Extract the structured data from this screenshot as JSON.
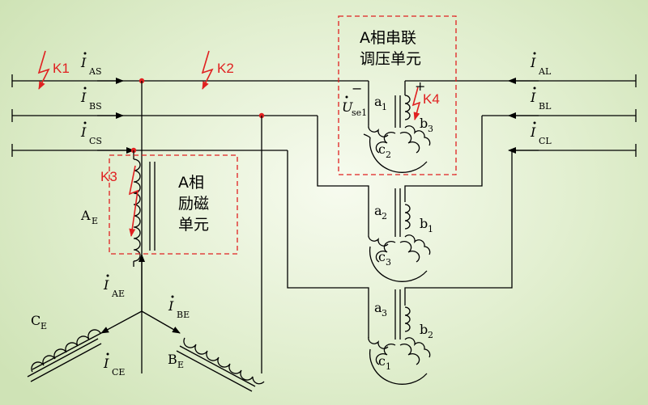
{
  "currents": {
    "ias": "AS",
    "ibs": "BS",
    "ics": "CS",
    "ial": "AL",
    "ibl": "BL",
    "icl": "CL",
    "iae": "AE",
    "ibe": "BE",
    "ice": "CE",
    "main": "I"
  },
  "faults": {
    "k1": "K1",
    "k2": "K2",
    "k3": "K3",
    "k4": "K4"
  },
  "units": {
    "series_line1": "A相串联",
    "series_line2": "调压单元",
    "exc_line1": "A相",
    "exc_line2": "励磁",
    "exc_line3": "单元"
  },
  "windings": {
    "ae_main": "A",
    "ae_sub": "E",
    "ce_main": "C",
    "ce_sub": "E",
    "be_main": "B",
    "be_sub": "E",
    "a1": "a",
    "a1s": "1",
    "b3": "b",
    "b3s": "3",
    "c2": "c",
    "c2s": "2",
    "a2": "a",
    "a2s": "2",
    "b1": "b",
    "b1s": "1",
    "c3": "c",
    "c3s": "3",
    "a3": "a",
    "a3s": "3",
    "b2": "b",
    "b2s": "2",
    "c1": "c",
    "c1s": "1"
  },
  "voltage": {
    "main": "U",
    "sub": "se1",
    "minus": "−",
    "plus": "+"
  },
  "colors": {
    "fault": "#e02020",
    "wire": "#000000"
  }
}
